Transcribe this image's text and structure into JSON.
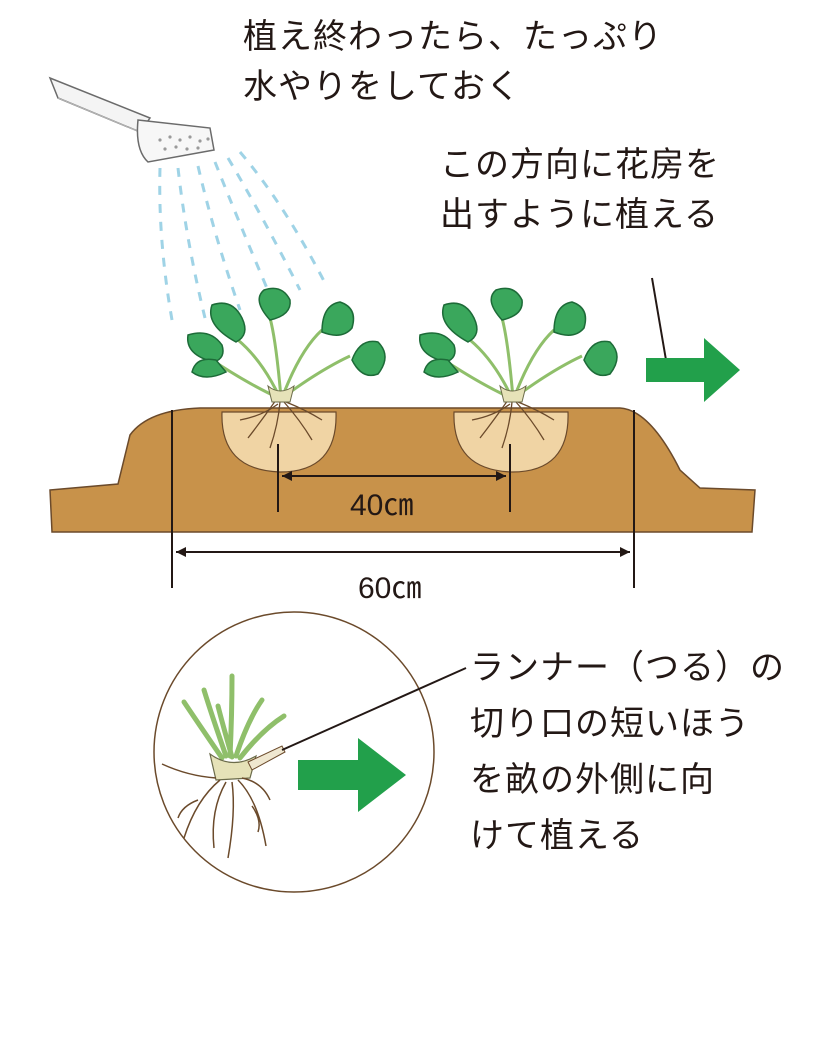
{
  "notes": {
    "watering": [
      "植え終わったら、たっぷり",
      "水やりをしておく"
    ],
    "direction": [
      "この方向に花房を",
      "出すように植える"
    ],
    "runner": [
      "ランナー（つる）の",
      "切り口の短いほう",
      "を畝の外側に向",
      "けて植える"
    ]
  },
  "dimensions": {
    "plant_spacing": "40㎝",
    "bed_width": "60㎝"
  },
  "colors": {
    "soil": "#c8924a",
    "soil_edge": "#6b4a2b",
    "planting_hole": "#f0d4a4",
    "leaf": "#3aa75c",
    "leaf_dark": "#1d6b38",
    "arrow": "#22a04b",
    "water": "#9fd3e6"
  }
}
